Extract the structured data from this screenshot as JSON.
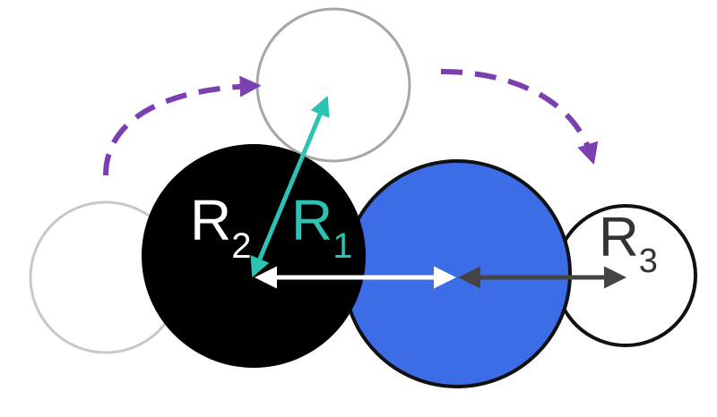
{
  "colors": {
    "black_circle": "#000000",
    "blue_circle": "#3d6de6",
    "white_circle_fill": "#ffffff",
    "ghost_circle_left": "#c8c8c8",
    "ghost_circle_top": "#a6a6a6",
    "outline": "#111111",
    "teal_arrow": "#2cc2b4",
    "white_arrow": "#ffffff",
    "gray_arrow": "#444444",
    "purple_arrow": "#7b3fb0",
    "label_white": "#ffffff",
    "label_teal": "#2cc2b4",
    "label_dark": "#333333"
  },
  "labels": {
    "r2": {
      "main": "R",
      "sub": "2"
    },
    "r1": {
      "main": "R",
      "sub": "1"
    },
    "r3": {
      "main": "R",
      "sub": "3"
    }
  }
}
